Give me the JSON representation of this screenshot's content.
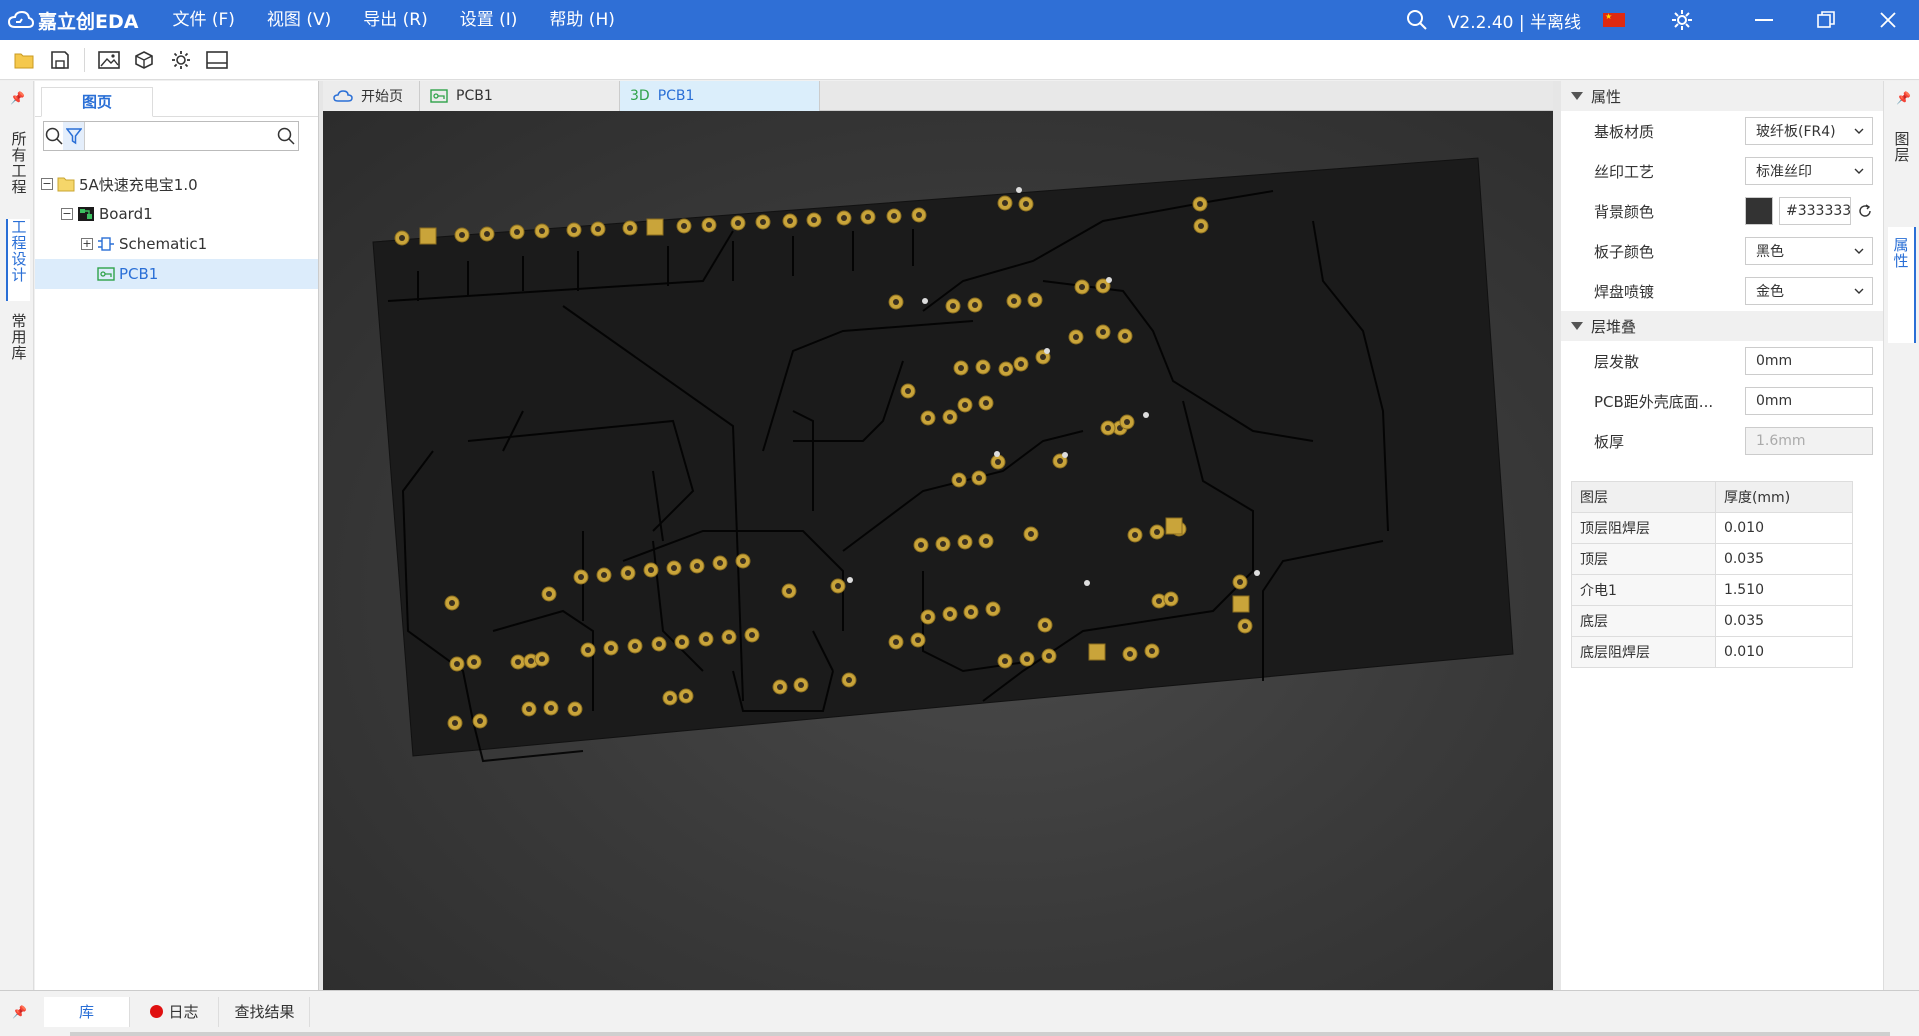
{
  "app": {
    "brand": "嘉立创EDA",
    "menu": [
      "文件 (F)",
      "视图 (V)",
      "导出 (R)",
      "设置 (I)",
      "帮助 (H)"
    ],
    "version": "V2.2.40 | 半离线"
  },
  "toolbar_icons": [
    "open-folder-icon",
    "save-icon",
    "image-icon",
    "3d-model-icon",
    "gear-icon",
    "panel-icon"
  ],
  "left_strip": {
    "tabs": [
      "所有工程",
      "工程设计",
      "常用库"
    ],
    "active": "工程设计"
  },
  "left_panel": {
    "tab": "图页",
    "search": {
      "value": "",
      "placeholder": ""
    },
    "tree": [
      {
        "label": "5A快速充电宝1.0",
        "icon": "folder-icon",
        "level": 0
      },
      {
        "label": "Board1",
        "icon": "board-icon",
        "level": 1
      },
      {
        "label": "Schematic1",
        "icon": "schematic-icon",
        "level": 2
      },
      {
        "label": "PCB1",
        "icon": "pcb-icon",
        "level": 2,
        "selected": true
      }
    ]
  },
  "doc_tabs": [
    {
      "label": "开始页",
      "icon": "cloud-icon"
    },
    {
      "label": "PCB1",
      "icon": "pcb-icon"
    },
    {
      "label": "PCB1",
      "prefix": "3D",
      "active": true
    }
  ],
  "properties": {
    "section_title": "属性",
    "rows": [
      {
        "label": "基板材质",
        "value": "玻纤板(FR4)",
        "type": "select"
      },
      {
        "label": "丝印工艺",
        "value": "标准丝印",
        "type": "select"
      },
      {
        "label": "背景颜色",
        "value": "#333333",
        "type": "color"
      },
      {
        "label": "板子颜色",
        "value": "黑色",
        "type": "select"
      },
      {
        "label": "焊盘喷镀",
        "value": "金色",
        "type": "select"
      }
    ]
  },
  "stackup": {
    "section_title": "层堆叠",
    "rows": [
      {
        "label": "层发散",
        "value": "0mm",
        "disabled": false
      },
      {
        "label": "PCB距外壳底面...",
        "value": "0mm",
        "disabled": false
      },
      {
        "label": "板厚",
        "value": "1.6mm",
        "disabled": true
      }
    ],
    "table_headers": [
      "图层",
      "厚度(mm)"
    ],
    "table": [
      [
        "顶层阻焊层",
        "0.010"
      ],
      [
        "顶层",
        "0.035"
      ],
      [
        "介电1",
        "1.510"
      ],
      [
        "底层",
        "0.035"
      ],
      [
        "底层阻焊层",
        "0.010"
      ]
    ]
  },
  "right_strip": {
    "tabs": [
      "图层",
      "属性"
    ],
    "active": "属性"
  },
  "bottom_tabs": [
    {
      "label": "库",
      "active": true
    },
    {
      "label": "日志",
      "dot": true
    },
    {
      "label": "查找结果"
    }
  ],
  "colors": {
    "accent": "#2a6fd6",
    "titlebar": "#2f6fd6",
    "board": "#1b1b1b",
    "pad": "#c9a43a"
  }
}
